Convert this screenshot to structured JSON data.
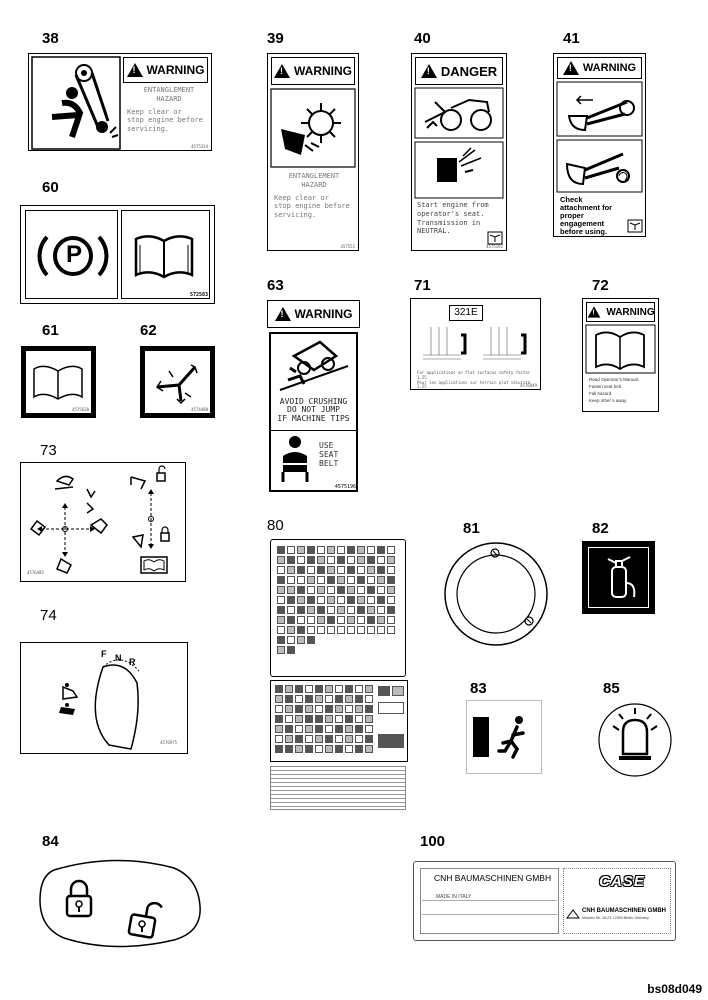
{
  "items": [
    {
      "id": "38"
    },
    {
      "id": "39"
    },
    {
      "id": "40"
    },
    {
      "id": "41"
    },
    {
      "id": "60"
    },
    {
      "id": "61"
    },
    {
      "id": "62"
    },
    {
      "id": "63"
    },
    {
      "id": "71"
    },
    {
      "id": "72"
    },
    {
      "id": "73"
    },
    {
      "id": "74"
    },
    {
      "id": "80"
    },
    {
      "id": "81"
    },
    {
      "id": "82"
    },
    {
      "id": "83"
    },
    {
      "id": "84"
    },
    {
      "id": "85"
    },
    {
      "id": "100"
    }
  ],
  "decal38": {
    "header": "WARNING",
    "line1": "ENTANGLEMENT",
    "line2": "HAZARD",
    "line3": "Keep clear or",
    "line4": "stop engine before",
    "line5": "servicing.",
    "partno": "4575334"
  },
  "decal39": {
    "header": "WARNING",
    "line1": "ENTANGLEMENT",
    "line2": "HAZARD",
    "line3": "Keep clear or",
    "line4": "stop engine before",
    "line5": "servicing.",
    "partno": "457551"
  },
  "decal40": {
    "header": "DANGER",
    "line1": "Start engine from",
    "line2": "operator's seat.",
    "line3": "Transmission in",
    "line4": "NEUTRAL.",
    "partno": "4575192"
  },
  "decal41": {
    "header": "WARNING",
    "text": "Check attachment for proper engagement before using."
  },
  "decal60": {
    "partno": "572583",
    "symbol": "P"
  },
  "decal61": {
    "partno": "4575630"
  },
  "decal62": {
    "partno": "4574480"
  },
  "decal63": {
    "header": "WARNING",
    "line1": "AVOID CRUSHING",
    "line2": "DO NOT JUMP",
    "line3": "IF MACHINE TIPS",
    "belt1": "USE",
    "belt2": "SEAT",
    "belt3": "BELT",
    "partno": "4575196"
  },
  "decal71": {
    "model": "321E",
    "caption": "For applications on flat surfaces safety factor 1.25",
    "caption2": "Pour les applications sur terrain plat sécurité 1.25",
    "partno": "4576949"
  },
  "decal72": {
    "header": "WARNING",
    "b1": "Read Operator's Manual.",
    "b2": "Fasten seat belt.",
    "b3": "Fall hazard.",
    "b4": "Keep other s away."
  },
  "decal73": {
    "partno": "4576485"
  },
  "decal74": {
    "partno": "4576975",
    "F": "F",
    "N": "N",
    "R": "R"
  },
  "decal100": {
    "maker1": "CNH BAUMASCHINEN GMBH",
    "made": "MADE IN ITALY",
    "brand": "CASE",
    "maker2": "CNH BAUMASCHINEN GMBH",
    "address": "Motoren Str. 18-23, 12053 Berlin, Germany"
  },
  "footer": {
    "code": "bs08d049"
  }
}
